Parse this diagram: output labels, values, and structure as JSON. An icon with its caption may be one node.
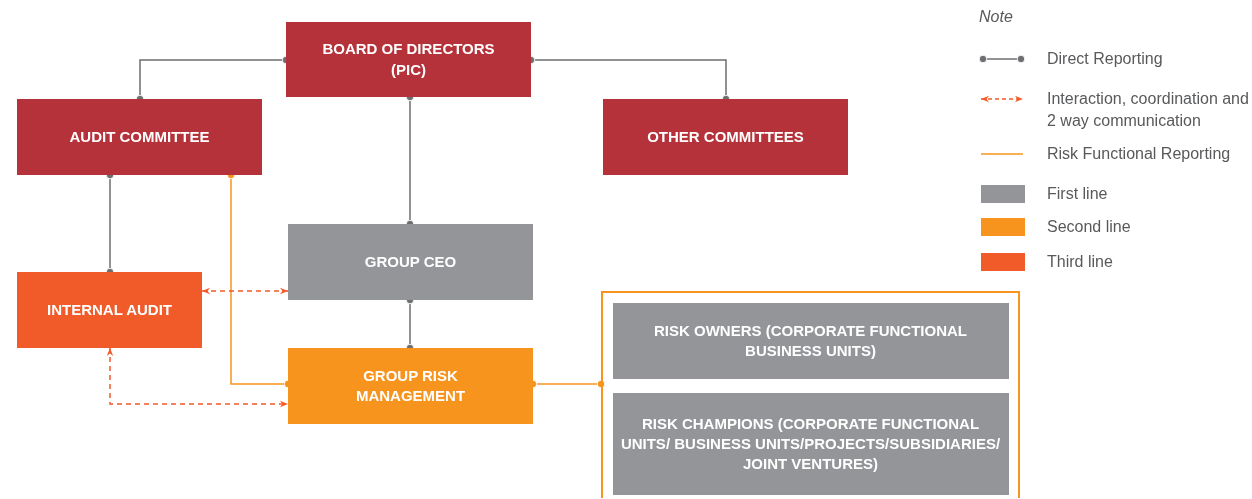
{
  "diagram": {
    "nodes": [
      {
        "text": [
          "BOARD OF DIRECTORS (PIC)"
        ]
      },
      {
        "text": [
          "AUDIT COMMITTEE"
        ]
      },
      {
        "text": [
          "OTHER COMMITTEES"
        ]
      },
      {
        "text": [
          "GROUP CEO"
        ]
      },
      {
        "text": [
          "INTERNAL AUDIT"
        ]
      },
      {
        "text": [
          "GROUP RISK MANAGEMENT"
        ]
      },
      {
        "text": [],
        "shape": "box"
      },
      {
        "text": [
          "RISK OWNERS (CORPORATE FUNCTIONAL BUSINESS UNITS)"
        ],
        "in": 6
      },
      {
        "text": [
          "RISK CHAMPIONS (CORPORATE FUNCTIONAL UNITS/ BUSINESS UNITS/PROJECTS/SUBSIDIARIES/ JOINT VENTURES)"
        ],
        "in": 6
      }
    ],
    "edges": [
      {
        "from": 0,
        "to": 1,
        "arrow": "other"
      },
      {
        "from": 0,
        "to": 2,
        "arrow": "other"
      },
      {
        "from": 0,
        "to": 3,
        "arrow": "other"
      },
      {
        "from": 1,
        "to": 4,
        "arrow": "other"
      },
      {
        "from": 3,
        "to": 5,
        "arrow": "other"
      },
      {
        "from": 1,
        "to": 5,
        "arrow": "other",
        "color": "#f7941d"
      },
      {
        "from": 5,
        "to": 6,
        "arrow": "other",
        "color": "#f7941d"
      },
      {
        "from": 4,
        "to": 3,
        "arrow": "both",
        "style": "dashed",
        "color": "#f15a29"
      },
      {
        "from": 4,
        "to": 5,
        "arrow": "both",
        "style": "dashed",
        "color": "#f15a29"
      }
    ],
    "labels": [
      "Note"
    ],
    "legend": [
      {
        "text": "Direct Reporting"
      },
      {
        "text": "Interaction, coordination and 2 way communication"
      },
      {
        "text": "Risk Functional Reporting"
      },
      {
        "text": "First line",
        "color": "#939598"
      },
      {
        "text": "Second line",
        "color": "#f7941d"
      },
      {
        "text": "Third line",
        "color": "#f15a29"
      }
    ]
  }
}
